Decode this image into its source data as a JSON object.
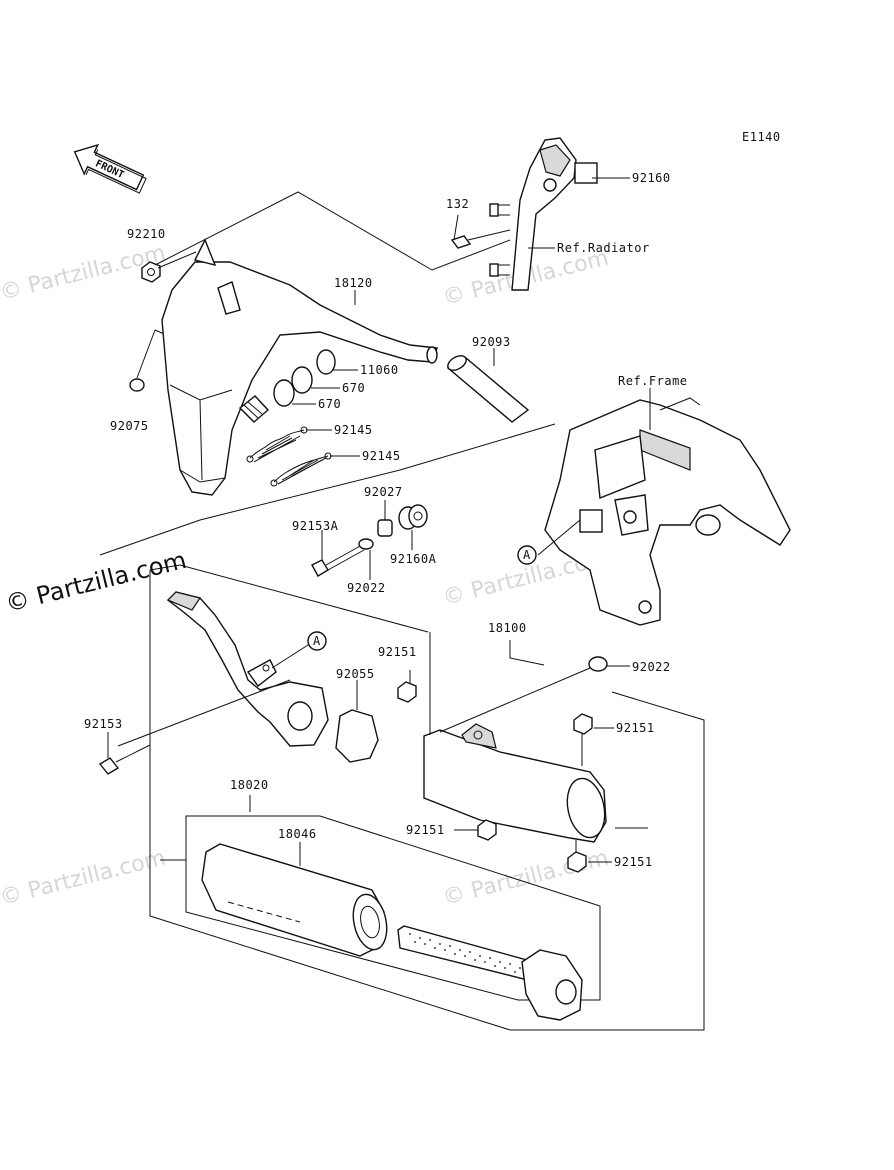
{
  "diagram_code": "E1140",
  "watermark": {
    "faint": "© Partzilla.com",
    "main": "© Partzilla.com"
  },
  "front_badge": "FRONT",
  "callout_marker": "A",
  "references": {
    "radiator": "Ref.Radiator",
    "frame": "Ref.Frame"
  },
  "parts": {
    "p92160": "92160",
    "p132": "132",
    "p92210": "92210",
    "p18120": "18120",
    "p11060": "11060",
    "p670a": "670",
    "p670b": "670",
    "p92075": "92075",
    "p92093": "92093",
    "p92145a": "92145",
    "p92145b": "92145",
    "p92027": "92027",
    "p92153A": "92153A",
    "p92160A": "92160A",
    "p92022a": "92022",
    "p18100": "18100",
    "p92022b": "92022",
    "p92151a": "92151",
    "p92055": "92055",
    "p92151b": "92151",
    "p92153": "92153",
    "p18020": "18020",
    "p18046": "18046",
    "p92151c": "92151",
    "p92151d": "92151"
  },
  "colors": {
    "line": "#111111",
    "shade": "#d9d9d9",
    "watermark": "#d6d6d6"
  }
}
